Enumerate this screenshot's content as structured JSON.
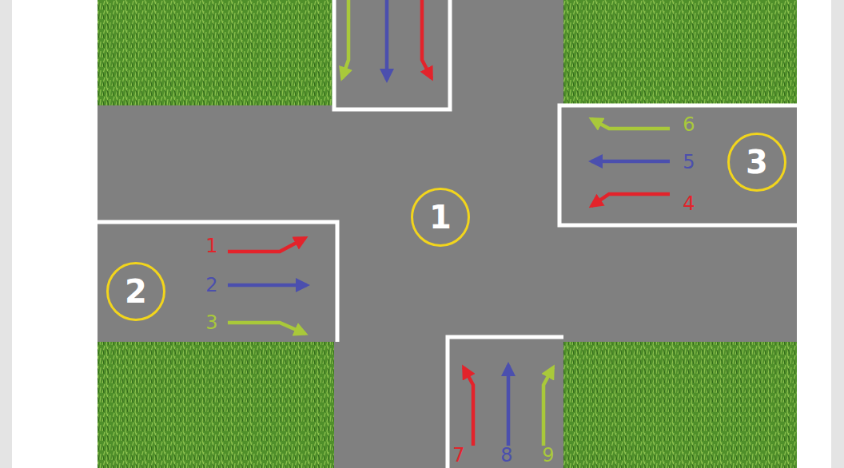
{
  "diagram": {
    "nodes": [
      {
        "text": [
          "1"
        ]
      },
      {
        "text": [
          "2"
        ]
      },
      {
        "text": [
          "3"
        ]
      }
    ],
    "labels": [
      "1",
      "2",
      "3",
      "4",
      "5",
      "6",
      "7",
      "8",
      "9"
    ]
  }
}
